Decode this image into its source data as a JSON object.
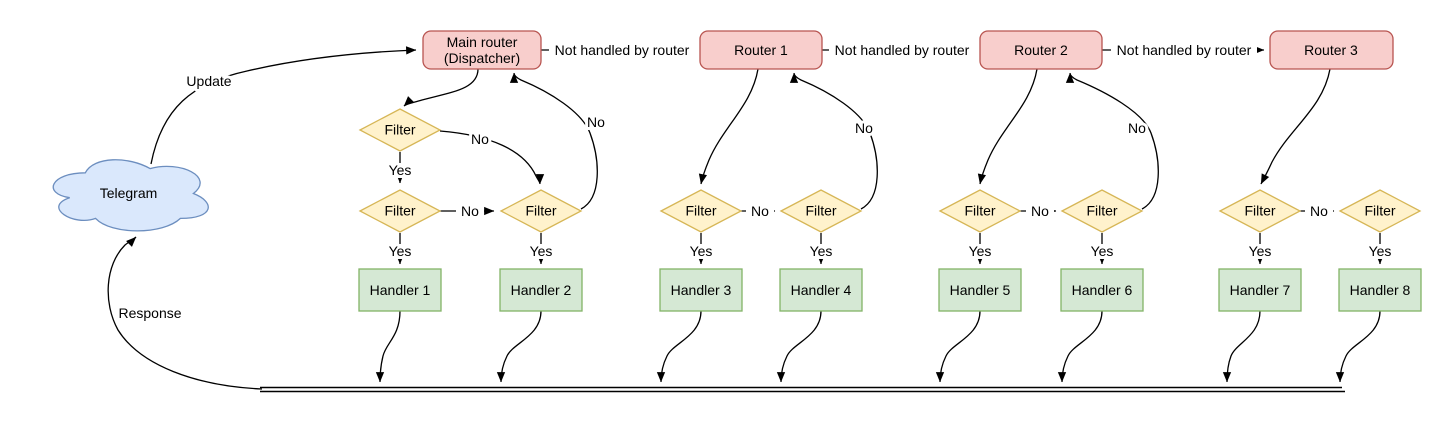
{
  "colors": {
    "router_fill": "#f8cecc",
    "router_stroke": "#b85450",
    "filter_fill": "#fff2cc",
    "filter_stroke": "#d6b656",
    "handler_fill": "#d5e8d4",
    "handler_stroke": "#82b366",
    "cloud_fill": "#dae8fc",
    "cloud_stroke": "#6c8ebf",
    "edge": "#000000"
  },
  "nodes": {
    "telegram": "Telegram",
    "main_router": {
      "line1": "Main router",
      "line2": "(Dispatcher)"
    },
    "routers": [
      "Router 1",
      "Router 2",
      "Router 3"
    ],
    "filter": "Filter",
    "handlers": [
      "Handler 1",
      "Handler 2",
      "Handler 3",
      "Handler 4",
      "Handler 5",
      "Handler 6",
      "Handler 7",
      "Handler 8"
    ]
  },
  "edge_labels": {
    "update": "Update",
    "response": "Response",
    "not_handled": "Not handled by router",
    "yes": "Yes",
    "no": "No"
  }
}
